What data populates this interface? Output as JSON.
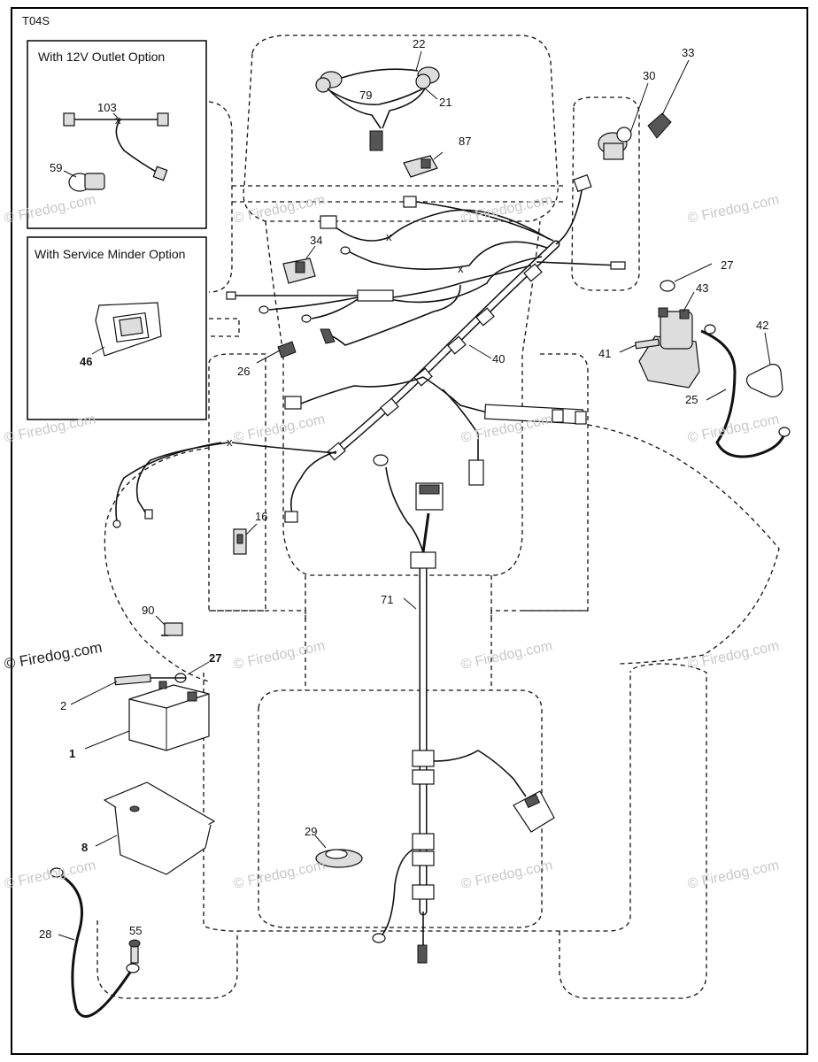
{
  "diagram": {
    "code": "T04S",
    "inset_12v": {
      "title": "With 12V Outlet Option",
      "parts": [
        "103",
        "59"
      ]
    },
    "inset_service": {
      "title": "With Service Minder Option",
      "parts": [
        "46"
      ]
    },
    "watermark": "© Firedog.com",
    "labels": {
      "p1": "1",
      "p2": "2",
      "p8": "8",
      "p16": "16",
      "p21": "21",
      "p22": "22",
      "p25": "25",
      "p26": "26",
      "p27a": "27",
      "p27b": "27",
      "p28": "28",
      "p29": "29",
      "p30": "30",
      "p33": "33",
      "p34": "34",
      "p40": "40",
      "p41": "41",
      "p42": "42",
      "p43": "43",
      "p46": "46",
      "p55": "55",
      "p59": "59",
      "p71": "71",
      "p79": "79",
      "p87": "87",
      "p90": "90",
      "p103": "103"
    }
  }
}
